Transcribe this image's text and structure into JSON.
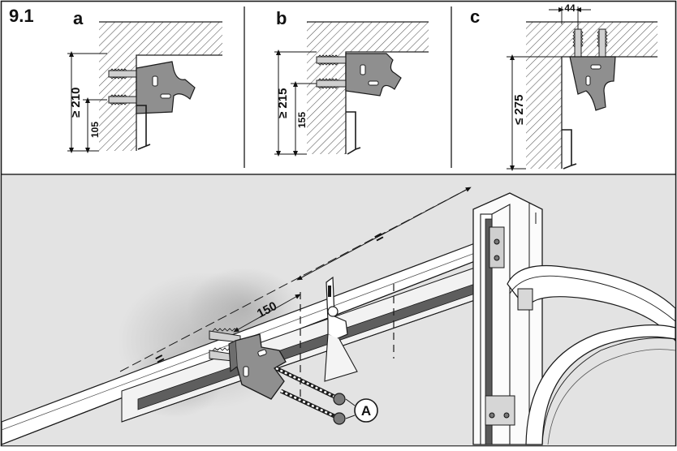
{
  "figure_number": "9.1",
  "panels": {
    "a": {
      "label": "a",
      "dim_outer": "≥ 210",
      "dim_inner": "105"
    },
    "b": {
      "label": "b",
      "dim_outer": "≥ 215",
      "dim_inner": "155"
    },
    "c": {
      "label": "c",
      "dim_top": "44",
      "dim_side": "≤ 275"
    }
  },
  "detail": {
    "spacing_label": "150",
    "equal_marks": [
      "=",
      "="
    ],
    "callout": "A"
  },
  "colors": {
    "lower_background": "#e3e3e3",
    "steel": "#8f8f8f",
    "outline": "#1a1a1a"
  }
}
